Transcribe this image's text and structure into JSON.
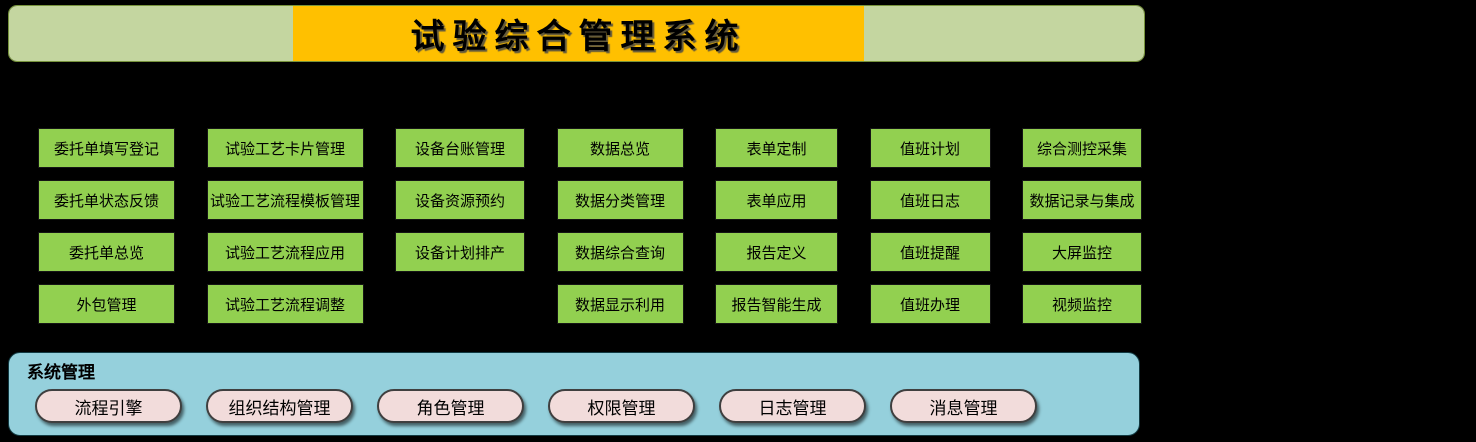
{
  "header": {
    "title": "试验综合管理系统",
    "colors": {
      "side_green": "#C4D6A0",
      "center_orange": "#FFC000",
      "border_olive": "#77933C"
    }
  },
  "modules": {
    "box_color": "#92D050",
    "columns": [
      {
        "items": [
          "委托单填写登记",
          "委托单状态反馈",
          "委托单总览",
          "外包管理"
        ]
      },
      {
        "items": [
          "试验工艺卡片管理",
          "试验工艺流程模板管理",
          "试验工艺流程应用",
          "试验工艺流程调整"
        ]
      },
      {
        "items": [
          "设备台账管理",
          "设备资源预约",
          "设备计划排产"
        ]
      },
      {
        "items": [
          "数据总览",
          "数据分类管理",
          "数据综合查询",
          "数据显示利用"
        ]
      },
      {
        "items": [
          "表单定制",
          "表单应用",
          "报告定义",
          "报告智能生成"
        ]
      },
      {
        "items": [
          "值班计划",
          "值班日志",
          "值班提醒",
          "值班办理"
        ]
      },
      {
        "items": [
          "综合测控采集",
          "数据记录与集成",
          "大屏监控",
          "视频监控"
        ]
      }
    ]
  },
  "system_panel": {
    "label": "系统管理",
    "panel_color": "#95D0DC",
    "button_color": "#F2DCDB",
    "buttons": [
      "流程引擎",
      "组织结构管理",
      "角色管理",
      "权限管理",
      "日志管理",
      "消息管理"
    ]
  }
}
